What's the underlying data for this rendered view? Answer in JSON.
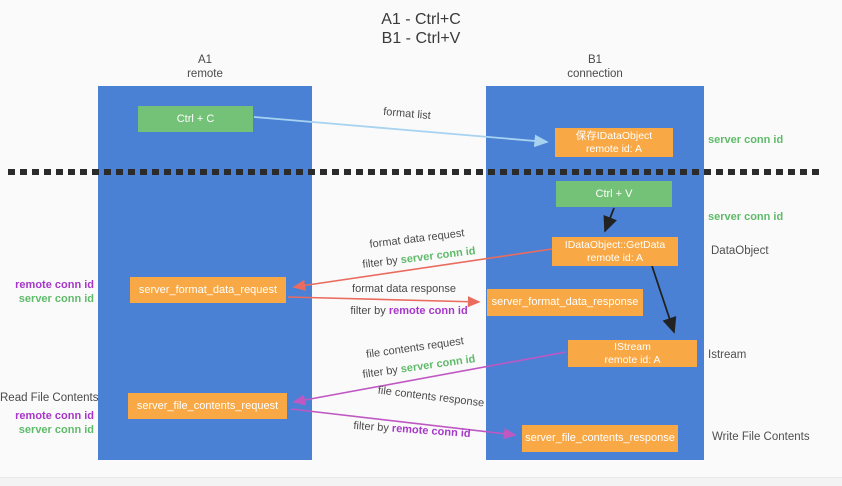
{
  "title": {
    "line1": "A1 - Ctrl+C",
    "line2": "B1 - Ctrl+V"
  },
  "lanes": {
    "left": {
      "name": "A1",
      "subtitle": "remote"
    },
    "right": {
      "name": "B1",
      "subtitle": "connection"
    }
  },
  "nodes": {
    "ctrl_c": "Ctrl + C",
    "ctrl_v": "Ctrl + V",
    "save_idataobject": {
      "line1": "保存IDataObject",
      "line2": "remote id: A"
    },
    "getdata": {
      "line1": "IDataObject::GetData",
      "line2": "remote id: A"
    },
    "istream": {
      "line1": "IStream",
      "line2": "remote id: A"
    },
    "format_request": "server_format_data_request",
    "format_response": "server_format_data_response",
    "file_request": "server_file_contents_request",
    "file_response": "server_file_contents_response"
  },
  "edge_labels": {
    "format_list": "format list",
    "format_data_request": "format data request",
    "format_data_response": "format data response",
    "file_contents_request": "file contents request",
    "file_contents_response": "file contents response",
    "filter_by": "filter by ",
    "server_conn_id": "server conn id",
    "remote_conn_id": "remote conn id"
  },
  "side_labels": {
    "server_conn_id_top": "server conn id",
    "server_conn_id_mid": "server conn id",
    "dataobject": "DataObject",
    "istream": "Istream",
    "write_file_contents": "Write File Contents",
    "read_file_contents": "Read File Contents",
    "remote_conn_id": "remote conn id",
    "server_conn_id": "server conn id"
  },
  "colors": {
    "lane_blue": "#4a81d5",
    "action_green": "#74c277",
    "message_orange": "#f8a845",
    "arrow_lightblue": "#a7d3f1",
    "arrow_red": "#e96c5f",
    "arrow_magenta": "#bf58c3",
    "arrow_black": "#222222",
    "text_green": "#5fbb6a",
    "text_purple": "#a637c8"
  }
}
